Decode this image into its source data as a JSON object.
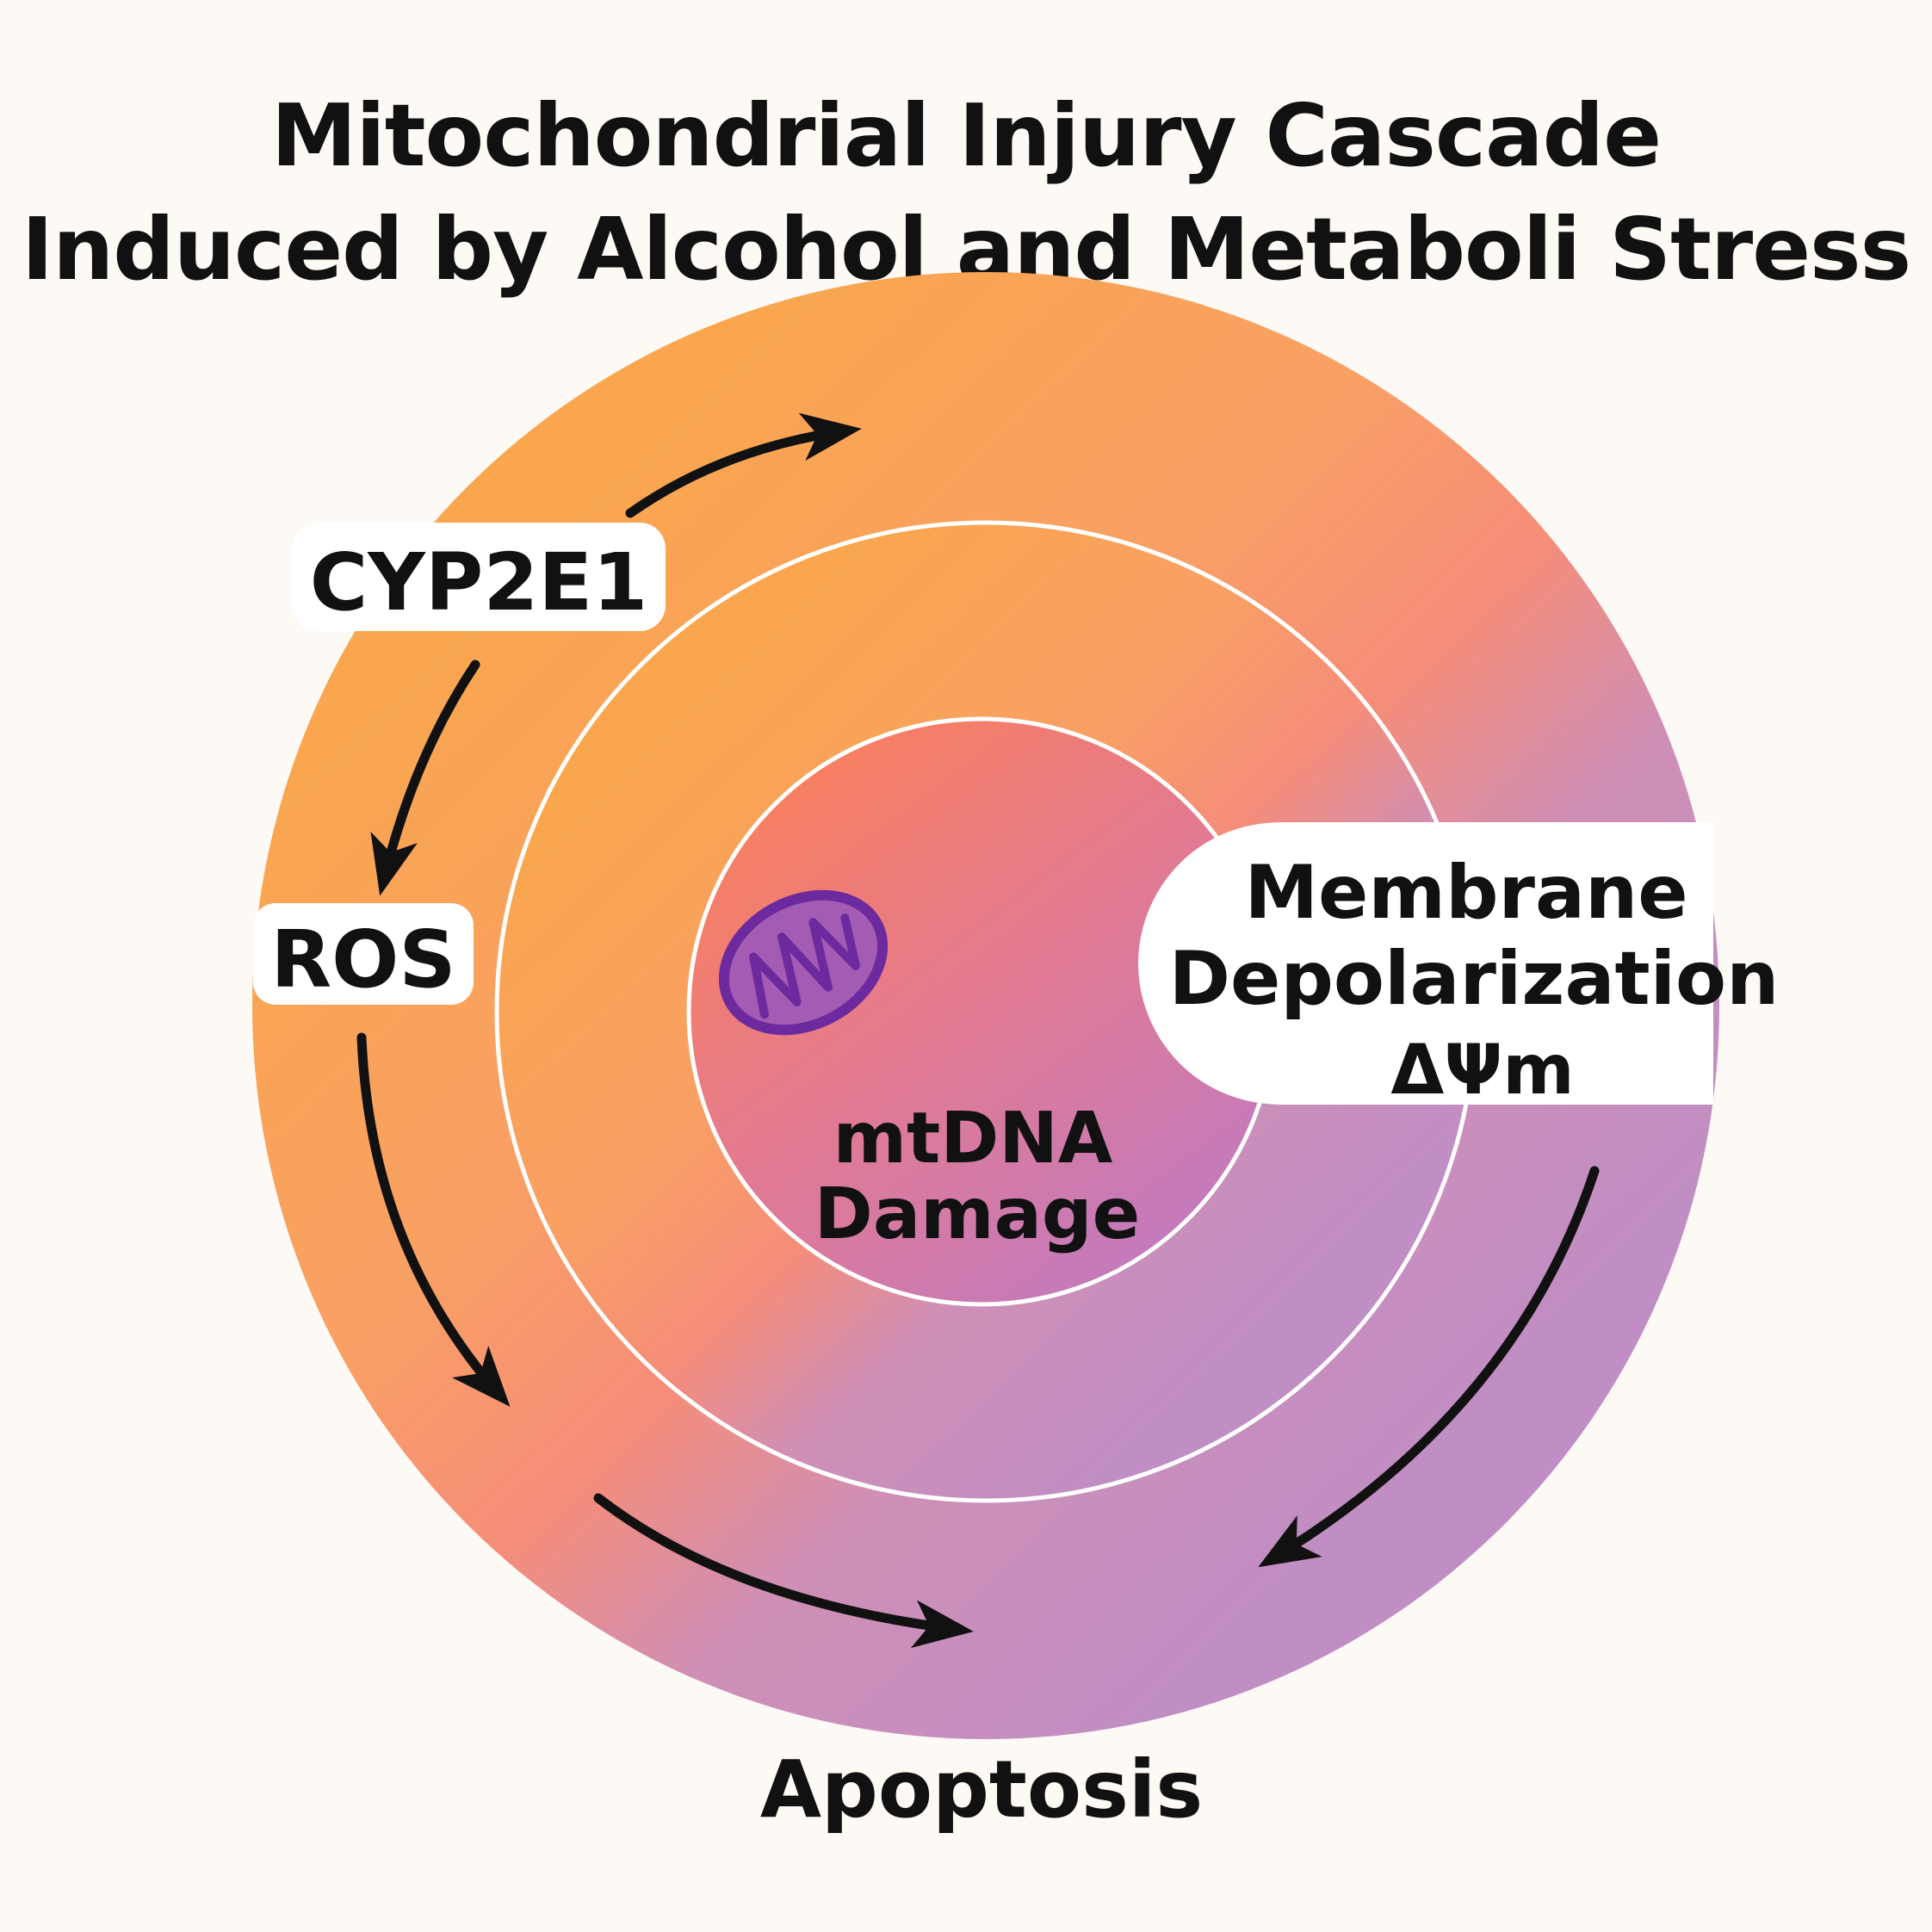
{
  "title": {
    "line1": "Mitochondrial Injury Cascade",
    "line2": "Induced by Alcohol and Metaboli Stress"
  },
  "labels": {
    "cyp2e1": "CYP2E1",
    "ros": "ROS",
    "membrane": "Membrane",
    "depolarization": "Depolarization",
    "delta_psi": "ΔΨm",
    "mtdna_line1": "mtDNA",
    "mtdna_line2": "Damage",
    "apoptosis": "Apoptosis"
  },
  "colors": {
    "background": "#fdfaf6",
    "orange": "#f9a64e",
    "coral": "#f7836b",
    "purple": "#c190c6",
    "mitochondrion": "#6c2a9e",
    "arrow": "#111111",
    "label_box": "#ffffff"
  },
  "icons": {
    "center": "mitochondrion-icon"
  }
}
